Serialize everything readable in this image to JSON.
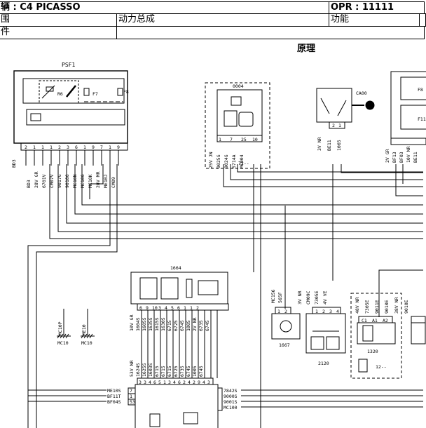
{
  "header": {
    "vehicle": "辆 : C4 PICASSO",
    "opr": "OPR : 11111",
    "scope_label": "围",
    "scope_value": "动力总成",
    "function_label": "功能",
    "part_label": "件",
    "subtitle": "原理"
  },
  "diagram": {
    "psf1": {
      "name": "PSF1",
      "inner": [
        "R6",
        "F7",
        "F8"
      ],
      "pins": [
        "2",
        "1",
        "1",
        "1",
        "2",
        "3",
        "6",
        "1",
        "9",
        "7",
        "1",
        "9"
      ],
      "wires": [
        "BD3",
        "28V GR",
        "6701V",
        "CM07V",
        "9017G",
        "9018G",
        "MC10N",
        "MC10G",
        "MC10K",
        "28V MR",
        "ME10J",
        "CM09"
      ],
      "bottom": "BD3"
    },
    "c0004": {
      "name": "0004",
      "pins": [
        "1",
        "7",
        "25",
        "10"
      ],
      "wires": [
        "25V JN",
        "9025G",
        "9024G",
        "5714A",
        "MC004"
      ],
      "suffix": "72--"
    },
    "ca00": {
      "name": "CA00",
      "pins": [
        "2",
        "1"
      ],
      "wires": [
        "3V NR",
        "BE11",
        "1065"
      ]
    },
    "fuse_right": {
      "labels": [
        "F8",
        "F11"
      ],
      "wires": [
        "2V GR",
        "BF13",
        "BF03",
        "10V NR",
        "BE11"
      ]
    },
    "c1664": {
      "name": "1664",
      "pins": [
        "6",
        "9",
        "10",
        "3",
        "4",
        "5",
        "6",
        "1",
        "1",
        "2"
      ],
      "wires": [
        "10V GR",
        "1604S",
        "1605S",
        "1635S",
        "1615S",
        "1630S",
        "6715",
        "6725",
        "6745",
        "1005",
        "2V NR",
        "6735",
        "6745"
      ],
      "wires2": [
        "53V NR",
        "1624S",
        "1625S",
        "1603S",
        "6715",
        "6715",
        "6715",
        "6725",
        "6735",
        "6745",
        "1005",
        "6745"
      ],
      "pins2": [
        "3",
        "3",
        "4",
        "6",
        "5",
        "1",
        "3",
        "4",
        "6",
        "2",
        "4",
        "2",
        "9",
        "4",
        "3"
      ]
    },
    "c1667": {
      "name": "1667",
      "pins": [
        "1",
        "2"
      ],
      "wires": [
        "MC156",
        "565F"
      ]
    },
    "c2120": {
      "name": "2120",
      "pins": [
        "1",
        "2",
        "3",
        "4"
      ],
      "wires": [
        "3V NR",
        "CM09C",
        "7305E",
        "4V VE"
      ]
    },
    "c1320": {
      "name": "1320",
      "pins": [
        "C1",
        "A1",
        "A2"
      ],
      "wires": [
        "48V NR",
        "7305E",
        "9011E",
        "9010E",
        "38V NR",
        "9010E"
      ],
      "suffix": "12--"
    },
    "mc10": [
      {
        "label": "MC10P",
        "ground": "MC10"
      },
      {
        "label": "ME10",
        "ground": "MC10"
      }
    ],
    "ecu": {
      "left_wires": [
        "ME10S",
        "BF11T",
        "BF04S"
      ],
      "left_pins": [
        "7",
        "1",
        "53"
      ],
      "right_wires": [
        "7842S",
        "9000S",
        "9001S",
        "MC100"
      ]
    }
  },
  "colors": {
    "line": "#000000",
    "background": "#ffffff",
    "dash": "#555555"
  }
}
